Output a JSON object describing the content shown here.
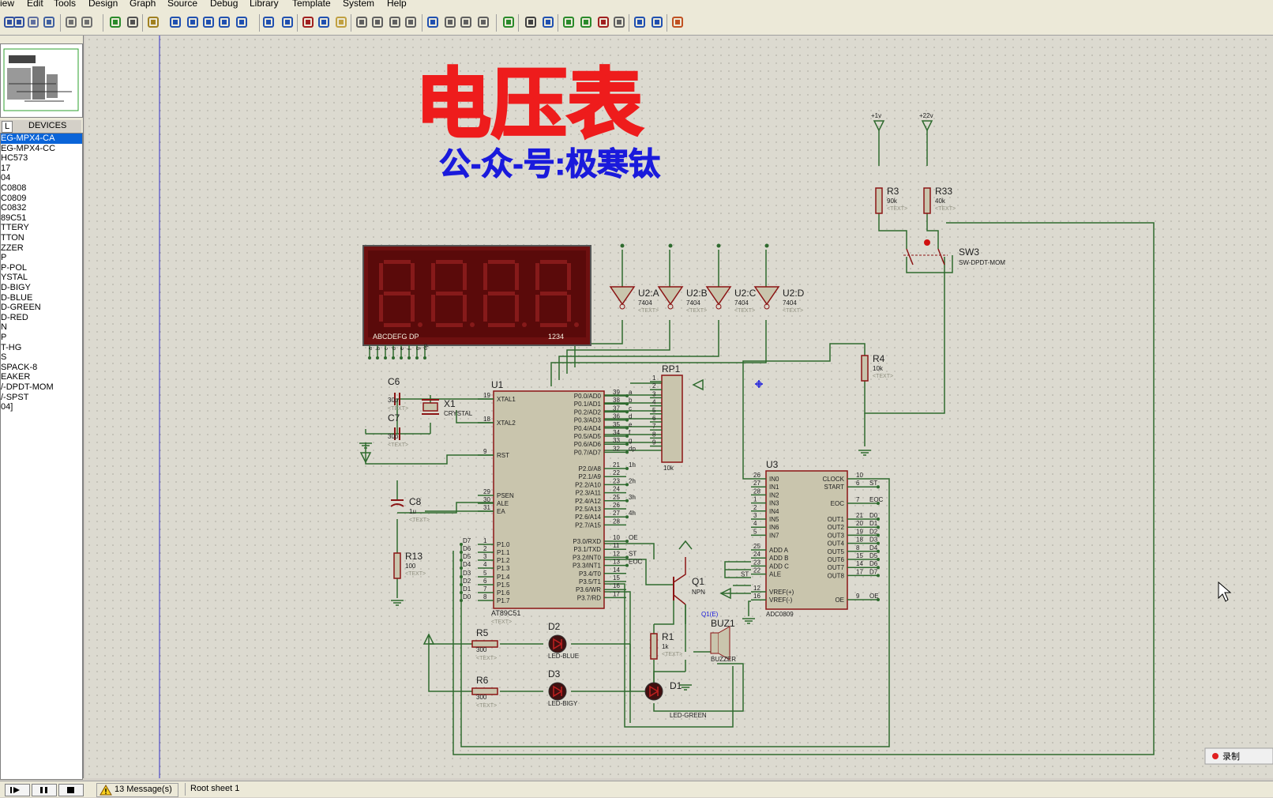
{
  "menu": [
    "iew",
    "Edit",
    "Tools",
    "Design",
    "Graph",
    "Source",
    "Debug",
    "Library",
    "Template",
    "System",
    "Help"
  ],
  "devices_panel": {
    "tab_l": "L",
    "header": "DEVICES",
    "items": [
      "EG-MPX4-CA",
      "EG-MPX4-CC",
      "HC573",
      "17",
      "04",
      "C0808",
      "C0809",
      "C0832",
      "89C51",
      "TTERY",
      "TTON",
      "ZZER",
      "P",
      "P-POL",
      "YSTAL",
      "D-BIGY",
      "D-BLUE",
      "D-GREEN",
      "D-RED",
      "N",
      "P",
      "T-HG",
      "S",
      "SPACK-8",
      "EAKER",
      "/-DPDT-MOM",
      "/-SPST",
      "04]"
    ],
    "selected_index": 0
  },
  "schematic": {
    "title": "电压表",
    "subtitle": "公-众-号:极寒钛",
    "display": {
      "segments": "ABCDEFG  DP",
      "digits": "1234"
    },
    "components": {
      "u1": {
        "ref": "U1",
        "part": "AT89C51",
        "text": "<TEXT>"
      },
      "u2a": {
        "ref": "U2:A",
        "part": "7404"
      },
      "u2b": {
        "ref": "U2:B",
        "part": "7404"
      },
      "u2c": {
        "ref": "U2:C",
        "part": "7404"
      },
      "u2d": {
        "ref": "U2:D",
        "part": "7404"
      },
      "u3": {
        "ref": "U3",
        "part": "ADC0809"
      },
      "rp1": {
        "ref": "RP1",
        "value": "10k"
      },
      "c6": {
        "ref": "C6",
        "value": "30p"
      },
      "c7": {
        "ref": "C7",
        "value": "30p"
      },
      "c8": {
        "ref": "C8",
        "value": "1u"
      },
      "x1": {
        "ref": "X1",
        "value": "CRYSTAL"
      },
      "r13": {
        "ref": "R13",
        "value": "100"
      },
      "r3": {
        "ref": "R3",
        "value": "90k"
      },
      "r33": {
        "ref": "R33",
        "value": "40k"
      },
      "r4": {
        "ref": "R4",
        "value": "10k"
      },
      "r5": {
        "ref": "R5",
        "value": "300"
      },
      "r6": {
        "ref": "R6",
        "value": "300"
      },
      "r1": {
        "ref": "R1",
        "value": "1k"
      },
      "d1": {
        "ref": "D1",
        "value": "LED-GREEN"
      },
      "d2": {
        "ref": "D2",
        "value": "LED-BLUE"
      },
      "d3": {
        "ref": "D3",
        "value": "LED-BIGY"
      },
      "q1": {
        "ref": "Q1",
        "value": "NPN",
        "probe": "Q1(E)"
      },
      "buz1": {
        "ref": "BUZ1",
        "value": "BUZZER"
      },
      "sw3": {
        "ref": "SW3",
        "value": "SW-DPDT-MOM"
      }
    },
    "supplies": [
      "+1v",
      "+22v"
    ],
    "text_placeholder": "<TEXT>",
    "u1_left_pins": [
      {
        "n": "19",
        "name": "XTAL1"
      },
      {
        "n": "18",
        "name": "XTAL2"
      },
      {
        "n": "9",
        "name": "RST"
      },
      {
        "n": "29",
        "name": "PSEN"
      },
      {
        "n": "30",
        "name": "ALE"
      },
      {
        "n": "31",
        "name": "EA"
      },
      {
        "n": "1",
        "name": "P1.0",
        "net": "D7"
      },
      {
        "n": "2",
        "name": "P1.1",
        "net": "D6"
      },
      {
        "n": "3",
        "name": "P1.2",
        "net": "D5"
      },
      {
        "n": "4",
        "name": "P1.3",
        "net": "D4"
      },
      {
        "n": "5",
        "name": "P1.4",
        "net": "D3"
      },
      {
        "n": "6",
        "name": "P1.5",
        "net": "D2"
      },
      {
        "n": "7",
        "name": "P1.6",
        "net": "D1"
      },
      {
        "n": "8",
        "name": "P1.7",
        "net": "D0"
      }
    ],
    "u1_right_pins": [
      {
        "n": "39",
        "name": "P0.0/AD0",
        "net": "a"
      },
      {
        "n": "38",
        "name": "P0.1/AD1",
        "net": "b"
      },
      {
        "n": "37",
        "name": "P0.2/AD2",
        "net": "c"
      },
      {
        "n": "36",
        "name": "P0.3/AD3",
        "net": "d"
      },
      {
        "n": "35",
        "name": "P0.4/AD4",
        "net": "e"
      },
      {
        "n": "34",
        "name": "P0.5/AD5",
        "net": "f"
      },
      {
        "n": "33",
        "name": "P0.6/AD6",
        "net": "g"
      },
      {
        "n": "32",
        "name": "P0.7/AD7",
        "net": "dp"
      },
      {
        "n": "21",
        "name": "P2.0/A8",
        "net": "1h"
      },
      {
        "n": "22",
        "name": "P2.1/A9"
      },
      {
        "n": "23",
        "name": "P2.2/A10",
        "net": "2h"
      },
      {
        "n": "24",
        "name": "P2.3/A11"
      },
      {
        "n": "25",
        "name": "P2.4/A12",
        "net": "3h"
      },
      {
        "n": "26",
        "name": "P2.5/A13"
      },
      {
        "n": "27",
        "name": "P2.6/A14",
        "net": "4h"
      },
      {
        "n": "28",
        "name": "P2.7/A15"
      },
      {
        "n": "10",
        "name": "P3.0/RXD",
        "net": "OE"
      },
      {
        "n": "11",
        "name": "P3.1/TXD"
      },
      {
        "n": "12",
        "name": "P3.2/INT0",
        "net": "ST"
      },
      {
        "n": "13",
        "name": "P3.3/INT1",
        "net": "EOC"
      },
      {
        "n": "14",
        "name": "P3.4/T0"
      },
      {
        "n": "15",
        "name": "P3.5/T1"
      },
      {
        "n": "16",
        "name": "P3.6/WR"
      },
      {
        "n": "17",
        "name": "P3.7/RD"
      }
    ],
    "u3_left_pins": [
      {
        "n": "26",
        "name": "IN0"
      },
      {
        "n": "27",
        "name": "IN1"
      },
      {
        "n": "28",
        "name": "IN2"
      },
      {
        "n": "1",
        "name": "IN3"
      },
      {
        "n": "2",
        "name": "IN4"
      },
      {
        "n": "3",
        "name": "IN5"
      },
      {
        "n": "4",
        "name": "IN6"
      },
      {
        "n": "5",
        "name": "IN7"
      },
      {
        "n": "25",
        "name": "ADD A"
      },
      {
        "n": "24",
        "name": "ADD B"
      },
      {
        "n": "23",
        "name": "ADD C"
      },
      {
        "n": "22",
        "name": "ALE",
        "net": "ST"
      },
      {
        "n": "12",
        "name": "VREF(+)"
      },
      {
        "n": "16",
        "name": "VREF(-)"
      }
    ],
    "u3_right_pins": [
      {
        "n": "10",
        "name": "CLOCK"
      },
      {
        "n": "6",
        "name": "START",
        "net": "ST"
      },
      {
        "n": "7",
        "name": "EOC",
        "net": "EOC"
      },
      {
        "n": "21",
        "name": "OUT1",
        "net": "D0"
      },
      {
        "n": "20",
        "name": "OUT2",
        "net": "D1"
      },
      {
        "n": "19",
        "name": "OUT3",
        "net": "D2"
      },
      {
        "n": "18",
        "name": "OUT4",
        "net": "D3"
      },
      {
        "n": "8",
        "name": "OUT5",
        "net": "D4"
      },
      {
        "n": "15",
        "name": "OUT6",
        "net": "D5"
      },
      {
        "n": "14",
        "name": "OUT7",
        "net": "D6"
      },
      {
        "n": "17",
        "name": "OUT8",
        "net": "D7"
      },
      {
        "n": "9",
        "name": "OE",
        "net": "OE"
      }
    ],
    "rp1_pins": [
      "1",
      "2",
      "3",
      "4",
      "5",
      "6",
      "7",
      "8",
      "9"
    ],
    "disp_pins": [
      "a",
      "b",
      "c",
      "d",
      "e",
      "f",
      "g",
      "dp"
    ]
  },
  "status": {
    "messages": "13 Message(s)",
    "sheet": "Root sheet 1",
    "record": "录制"
  },
  "colors": {
    "title": "#ee1c1c",
    "subtitle": "#1a1adc",
    "wire": "#2e6a2e",
    "body": "#c9c5ad",
    "component": "#8b1414",
    "canvas": "#dcdad0"
  }
}
